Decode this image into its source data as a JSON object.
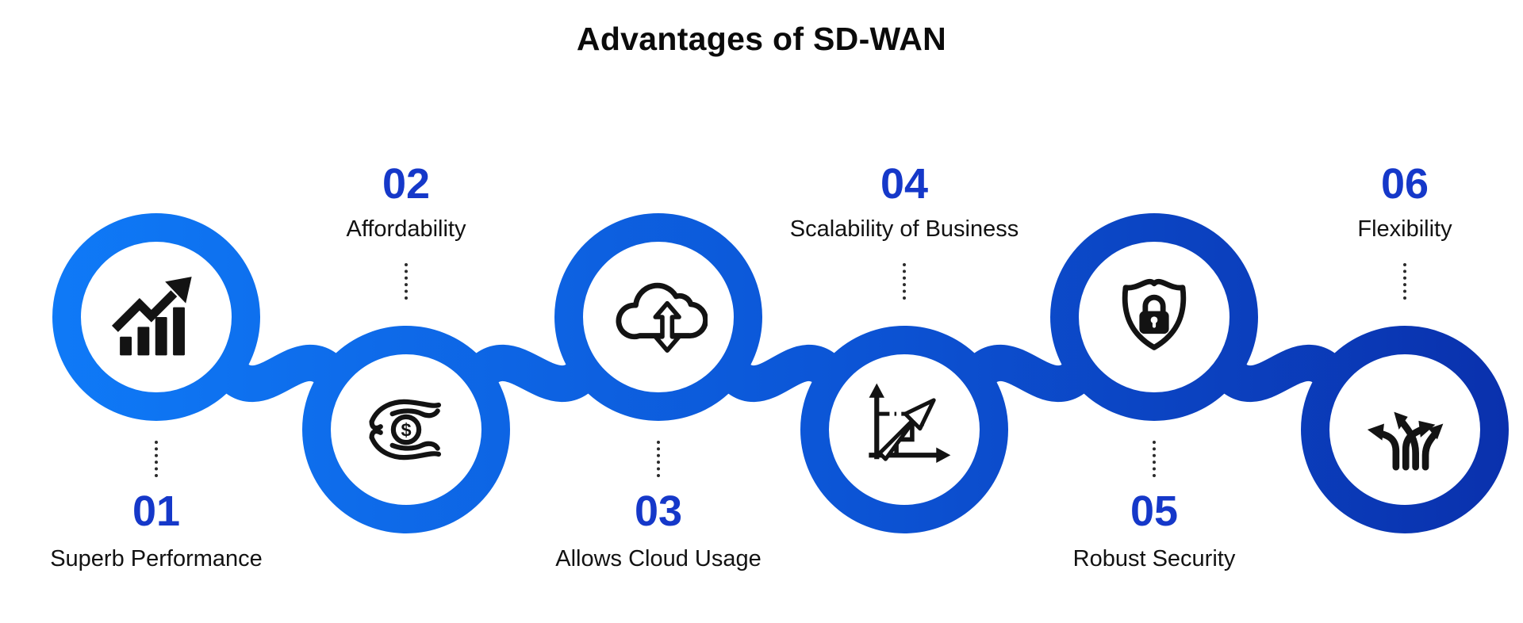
{
  "title": "Advantages of SD-WAN",
  "steps": [
    {
      "number": "01",
      "label": "Superb Performance",
      "icon": "growth-chart-icon"
    },
    {
      "number": "02",
      "label": "Affordability",
      "icon": "hands-dollar-icon",
      "coin_symbol": "$"
    },
    {
      "number": "03",
      "label": "Allows Cloud Usage",
      "icon": "cloud-transfer-icon"
    },
    {
      "number": "04",
      "label": "Scalability of Business",
      "icon": "scaling-graph-icon"
    },
    {
      "number": "05",
      "label": "Robust Security",
      "icon": "shield-lock-icon"
    },
    {
      "number": "06",
      "label": "Flexibility",
      "icon": "branching-arrows-icon"
    }
  ],
  "colors": {
    "chain_gradient_start": "#0F7CF9",
    "chain_gradient_mid": "#0C55D6",
    "chain_gradient_end": "#0A30AC",
    "number_blue": "#1538C9",
    "icon_black": "#131313",
    "label_black": "#121212",
    "dotted_line": "#2b2b2b"
  }
}
